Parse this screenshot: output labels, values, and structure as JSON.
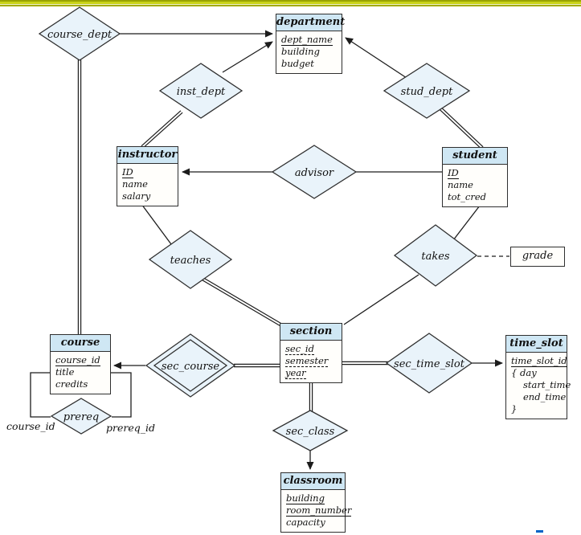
{
  "figure": {
    "description": "University database E-R diagram",
    "colors": {
      "top_bar_olive": "#a8b000",
      "entity_header_blue": "#cfe7f4",
      "diamond_fill_blue": "#e9f3fa",
      "line_black": "#1c1c1c",
      "blue_dash_mark": "#0063c6"
    }
  },
  "entities": [
    {
      "id": "department",
      "title": "department",
      "rows": [
        {
          "text": "dept_name"
        },
        {
          "text": "building"
        },
        {
          "text": "budget"
        }
      ]
    },
    {
      "id": "instructor",
      "title": "instructor",
      "rows": [
        {
          "text": "ID"
        },
        {
          "text": "name"
        },
        {
          "text": "salary"
        }
      ]
    },
    {
      "id": "student",
      "title": "student",
      "rows": [
        {
          "text": "ID"
        },
        {
          "text": "name"
        },
        {
          "text": "tot_cred"
        }
      ]
    },
    {
      "id": "course",
      "title": "course",
      "rows": [
        {
          "text": "course_id"
        },
        {
          "text": "title"
        },
        {
          "text": "credits"
        }
      ]
    },
    {
      "id": "section",
      "title": "section",
      "rows": [
        {
          "text": "sec_id"
        },
        {
          "text": "semester"
        },
        {
          "text": "year"
        }
      ]
    },
    {
      "id": "time_slot",
      "title": "time_slot",
      "rows": [
        {
          "text": "time_slot_id"
        },
        {
          "text": "{ day"
        },
        {
          "text": "start_time"
        },
        {
          "text": "end_time"
        },
        {
          "text": "}"
        }
      ]
    },
    {
      "id": "classroom",
      "title": "classroom",
      "rows": [
        {
          "text": "building"
        },
        {
          "text": "room_number"
        },
        {
          "text": "capacity"
        }
      ]
    }
  ],
  "relationships": [
    {
      "id": "course_dept",
      "label": "course_dept"
    },
    {
      "id": "inst_dept",
      "label": "inst_dept"
    },
    {
      "id": "stud_dept",
      "label": "stud_dept"
    },
    {
      "id": "advisor",
      "label": "advisor"
    },
    {
      "id": "teaches",
      "label": "teaches"
    },
    {
      "id": "takes",
      "label": "takes"
    },
    {
      "id": "sec_course",
      "label": "sec_course"
    },
    {
      "id": "sec_time_slot",
      "label": "sec_time_slot"
    },
    {
      "id": "prereq",
      "label": "prereq"
    },
    {
      "id": "sec_class",
      "label": "sec_class"
    }
  ],
  "attribute_boxes": [
    {
      "id": "grade",
      "label": "grade"
    }
  ],
  "role_labels": [
    {
      "id": "course_id",
      "text": "course_id"
    },
    {
      "id": "prereq_id",
      "text": "prereq_id"
    }
  ]
}
